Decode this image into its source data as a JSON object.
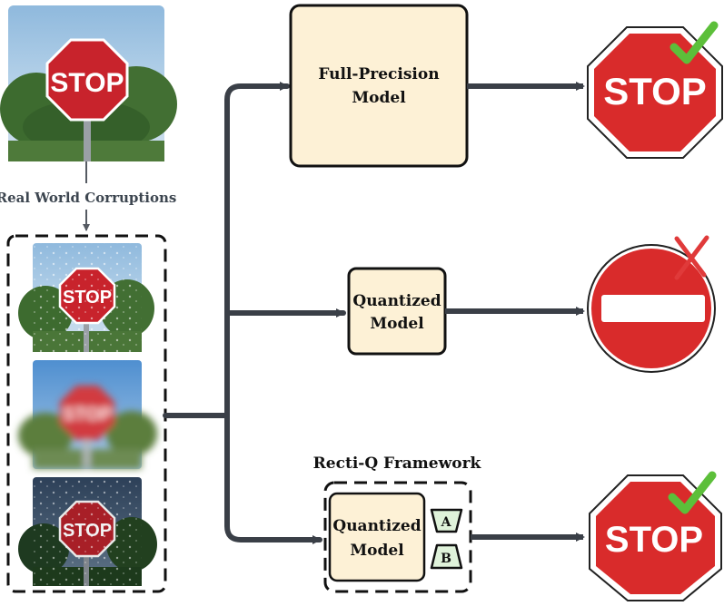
{
  "corruptions_label": "Real World Corruptions",
  "full_precision": {
    "line1": "Full-Precision",
    "line2": "Model"
  },
  "quantized": {
    "line1": "Quantized",
    "line2": "Model"
  },
  "rectiq": {
    "title": "Recti-Q Framework",
    "model_line1": "Quantized",
    "model_line2": "Model",
    "adapter_a": "A",
    "adapter_b": "B"
  },
  "sign_text": "STOP",
  "outputs": [
    {
      "id": "full-precision-output",
      "prediction": "stop",
      "correct": true
    },
    {
      "id": "quantized-output",
      "prediction": "no-entry",
      "correct": false
    },
    {
      "id": "rectiq-output",
      "prediction": "stop",
      "correct": true
    }
  ],
  "colors": {
    "model_fill": "#fdf1d6",
    "adapter_fill": "#dff2da",
    "arrow": "#3a3f47",
    "stop_red": "#d92b2b",
    "check": "#5cbf3a",
    "cross": "#e03a3a"
  }
}
